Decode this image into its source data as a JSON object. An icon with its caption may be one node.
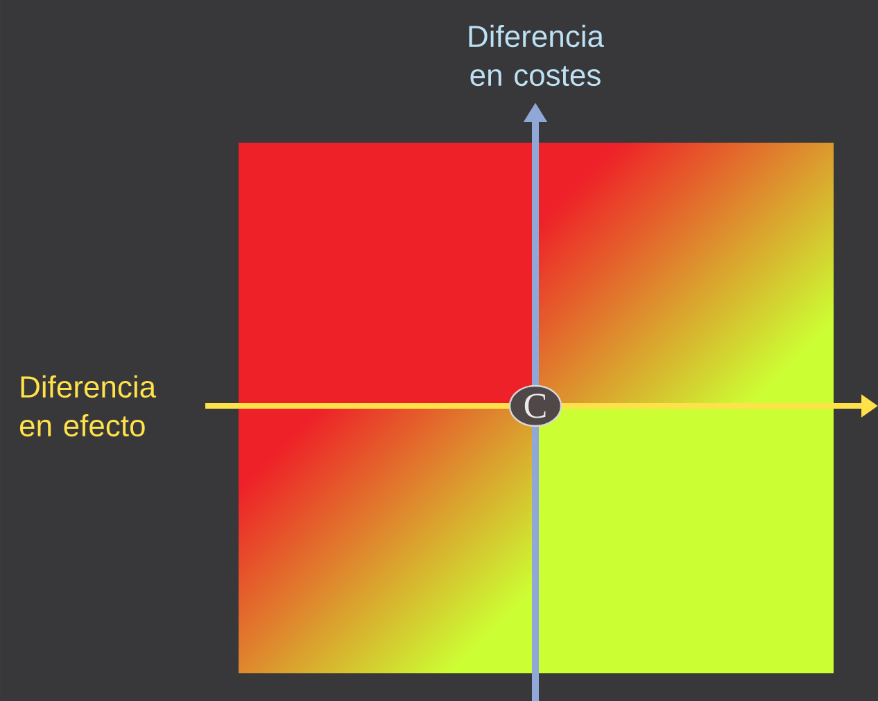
{
  "diagram": {
    "nodes": [
      {
        "text": [
          "C"
        ]
      }
    ],
    "labels": [
      "Diferencia en costes",
      "Diferencia en efecto"
    ]
  }
}
